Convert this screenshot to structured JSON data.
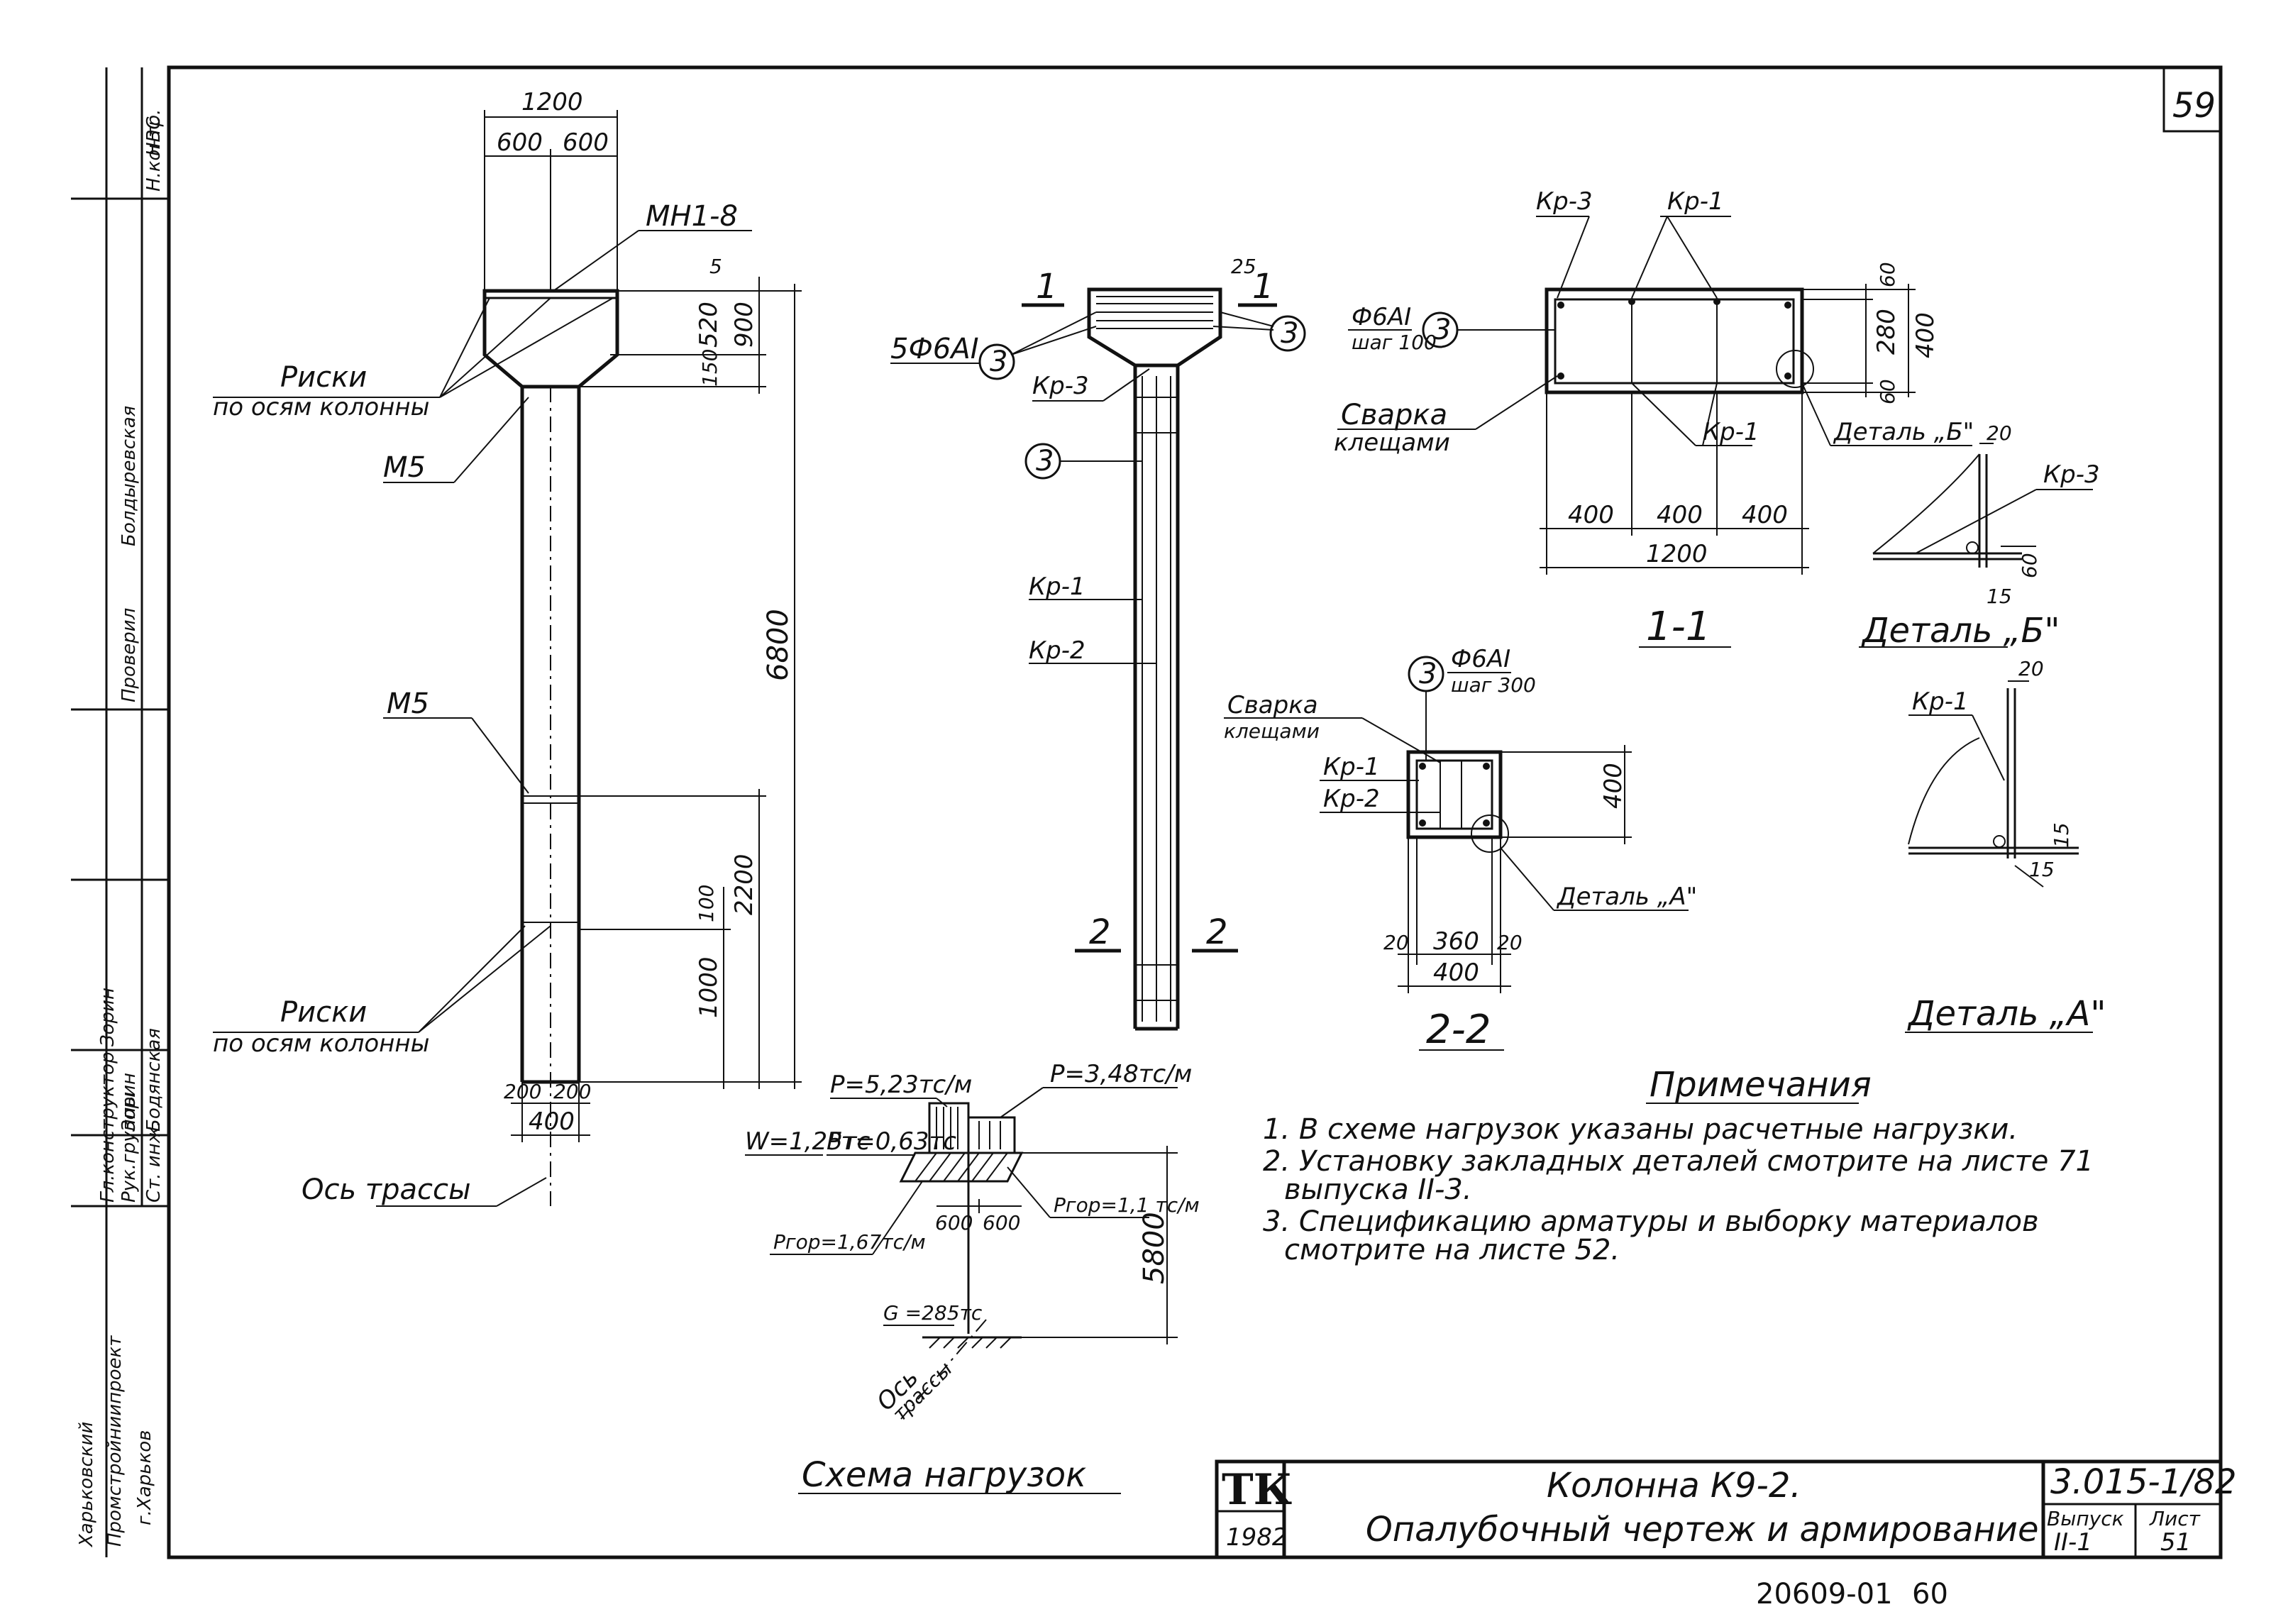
{
  "sheet": {
    "page_number": "59",
    "archive_number": "20609-01",
    "archive_page": "60"
  },
  "column_view": {
    "dim_total_width": "1200",
    "dim_half_left": "600",
    "dim_half_right": "600",
    "label_embed_top": "МН1-8",
    "label_marks_top": "Риски",
    "label_marks_top_sub": "по осям колонны",
    "label_m5_upper": "М5",
    "label_m5_lower": "М5",
    "dim_5": "5",
    "dim_520": "520",
    "dim_150": "150",
    "dim_900": "900",
    "dim_6800": "6800",
    "dim_100": "100",
    "dim_2200": "2200",
    "dim_1000": "1000",
    "label_marks_bottom": "Риски",
    "label_marks_bottom_sub": "по осям колонны",
    "dim_200_left": "200",
    "dim_200_right": "200",
    "dim_400": "400",
    "label_axis": "Ось трассы"
  },
  "rebar_view": {
    "section_1_left": "1",
    "section_1_right": "1",
    "label_5f6": "5Ф6АI",
    "circle_3": "3",
    "dim_25": "25",
    "label_kr3": "Кр-3",
    "label_kr1": "Кр-1",
    "label_kr2": "Кр-2",
    "section_2_left": "2",
    "section_2_right": "2"
  },
  "section_1_1": {
    "label_kr3": "Кр-3",
    "label_kr1_top": "Кр-1",
    "label_kr1_bottom": "Кр-1",
    "label_f6": "Ф6АI",
    "label_step": "шаг 100",
    "circle_3": "3",
    "label_weld": "Сварка",
    "label_weld_sub": "клещами",
    "label_detail_b": "Деталь „Б\"",
    "dim_60_top": "60",
    "dim_280": "280",
    "dim_60_bottom": "60",
    "dim_400_v": "400",
    "dim_400_a": "400",
    "dim_400_b": "400",
    "dim_400_c": "400",
    "dim_1200": "1200",
    "title": "1-1"
  },
  "detail_b": {
    "dim_20": "20",
    "label_kr3": "Кр-3",
    "dim_60": "60",
    "dim_15": "15",
    "title": "Деталь „Б\""
  },
  "section_2_2": {
    "circle_3": "3",
    "label_f6": "Ф6АI",
    "label_step": "шаг 300",
    "label_weld": "Сварка",
    "label_weld_sub": "клещами",
    "label_kr1": "Кр-1",
    "label_kr2": "Кр-2",
    "dim_400_v": "400",
    "label_detail_a": "Деталь „А\"",
    "dim_20_left": "20",
    "dim_360": "360",
    "dim_20_right": "20",
    "dim_400": "400",
    "title": "2-2"
  },
  "detail_a": {
    "dim_20": "20",
    "label_kr1": "Кр-1",
    "dim_15_a": "15",
    "dim_15_b": "15",
    "title": "Деталь „А\""
  },
  "load_scheme": {
    "label_p1": "P=5,23тс/м",
    "label_p2": "P=3,48тс/м",
    "label_w": "W=1,25тс",
    "label_pt": "Pт=0,63тс",
    "label_pgor_right": "Pгор=1,1 тс/м",
    "label_pgor_left": "Pгор=1,67тс/м",
    "dim_600_a": "600",
    "dim_600_b": "600",
    "dim_5800": "5800",
    "label_g": "G =285тс",
    "label_axis": "Ось",
    "label_axis_sub": "трассы",
    "title": "Схема нагрузок"
  },
  "notes": {
    "title": "Примечания",
    "lines": [
      "1. В схеме нагрузок указаны расчетные нагрузки.",
      "2. Установку закладных деталей смотрите на листе 71",
      "выпуска II-3.",
      "3. Спецификацию арматуры и выборку материалов",
      "смотрите на листе 52."
    ]
  },
  "title_block": {
    "logo": "ТК",
    "year": "1982",
    "title_line1": "Колонна К9-2.",
    "title_line2": "Опалубочный чертеж и армирование",
    "code": "3.015-1/82",
    "issue_label": "Выпуск",
    "issue_value": "II-1",
    "sheet_label": "Лист",
    "sheet_value": "51"
  },
  "side_stamp": {
    "org_line1": "Харьковский",
    "org_line2": "Промстройниипроект",
    "org_line3": "г.Харьков",
    "role1": "Ст. инж.",
    "name1": "Бодянская",
    "role2": "Рук.группы",
    "name2": "Зорин",
    "role3": "Гл.конструктор",
    "name3": "Зорин",
    "role4": "Проверил",
    "name4": "Болдыревская",
    "role5": "Н.контр.",
    "name5": "НВС"
  }
}
